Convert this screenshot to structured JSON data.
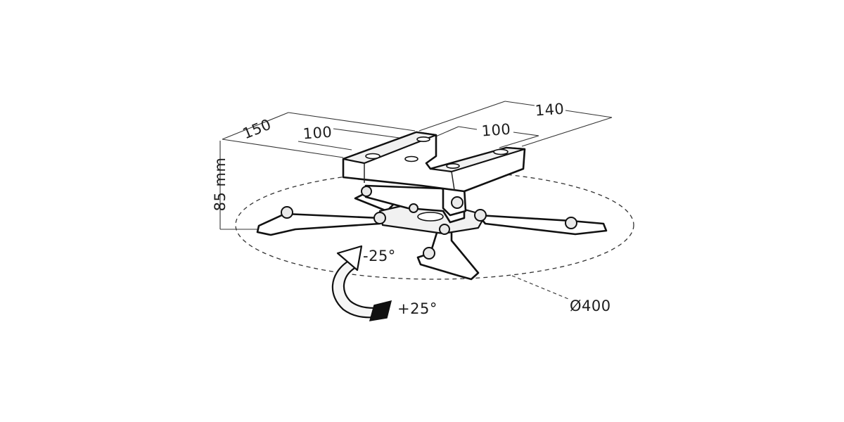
{
  "dimensions": {
    "width_150": "150",
    "width_100_left": "100",
    "width_100_right": "100",
    "depth_140": "140",
    "height": "85 mm",
    "diameter": "Ø400"
  },
  "rotation": {
    "negative": "-25°",
    "positive": "+25°"
  }
}
